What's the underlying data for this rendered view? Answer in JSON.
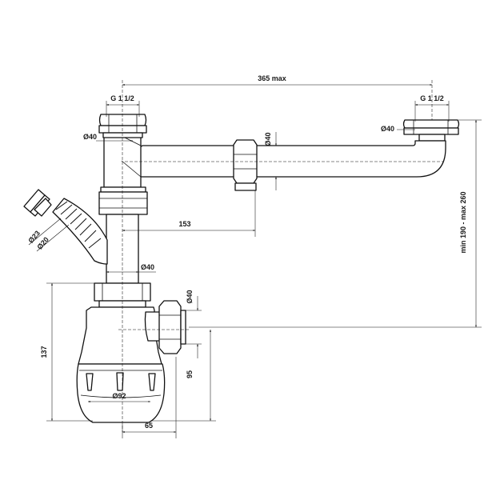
{
  "dimensions": {
    "overall_width": "365 max",
    "thread_left": "G 1 1/2",
    "thread_right": "G 1 1/2",
    "dia_inlet_left": "Ø40",
    "dia_inlet_right": "Ø40",
    "dia_branch": "Ø40",
    "branch_offset": "153",
    "dia_hose_outer": "Ø23",
    "dia_hose_inner": "Ø20",
    "dia_tube": "Ø40",
    "dia_outlet": "Ø40",
    "height_range": "min 190 - max 260",
    "total_height": "137",
    "outlet_height": "95",
    "bottle_diameter": "Ø92",
    "bottle_offset": "65"
  }
}
